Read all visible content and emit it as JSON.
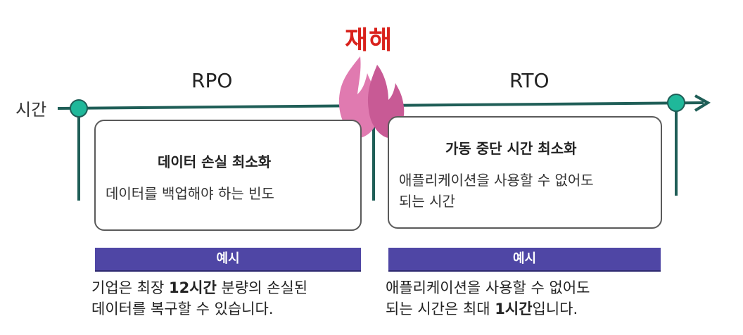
{
  "timeline": {
    "axis_label": "시간",
    "line_color": "#1f5e57",
    "node_color": "#1fb89a",
    "arrow_icon": "arrow-right-icon"
  },
  "disaster": {
    "label": "재해",
    "label_color": "#d9221c",
    "icon": "flame-icon",
    "flame_colors": [
      "#e07ab0",
      "#c85a95"
    ]
  },
  "rpo": {
    "label": "RPO",
    "box_title": "데이터 손실 최소화",
    "box_desc": "데이터를 백업해야 하는 빈도",
    "example_label": "예시",
    "example_line1_a": "기업은 최장 ",
    "example_line1_b": "12시간",
    "example_line1_c": " 분량의 손실된",
    "example_line2": "데이터를 복구할 수 있습니다."
  },
  "rto": {
    "label": "RTO",
    "box_title": "가동 중단 시간 최소화",
    "box_desc_line1": "애플리케이션을 사용할 수 없어도",
    "box_desc_line2": "되는 시간",
    "example_label": "예시",
    "example_line1": "애플리케이션을 사용할 수 없어도",
    "example_line2_a": "되는 시간은 최대 ",
    "example_line2_b": "1시간",
    "example_line2_c": "입니다."
  },
  "colors": {
    "example_bar": "#4f46a5",
    "box_border": "#5a5a5a"
  }
}
